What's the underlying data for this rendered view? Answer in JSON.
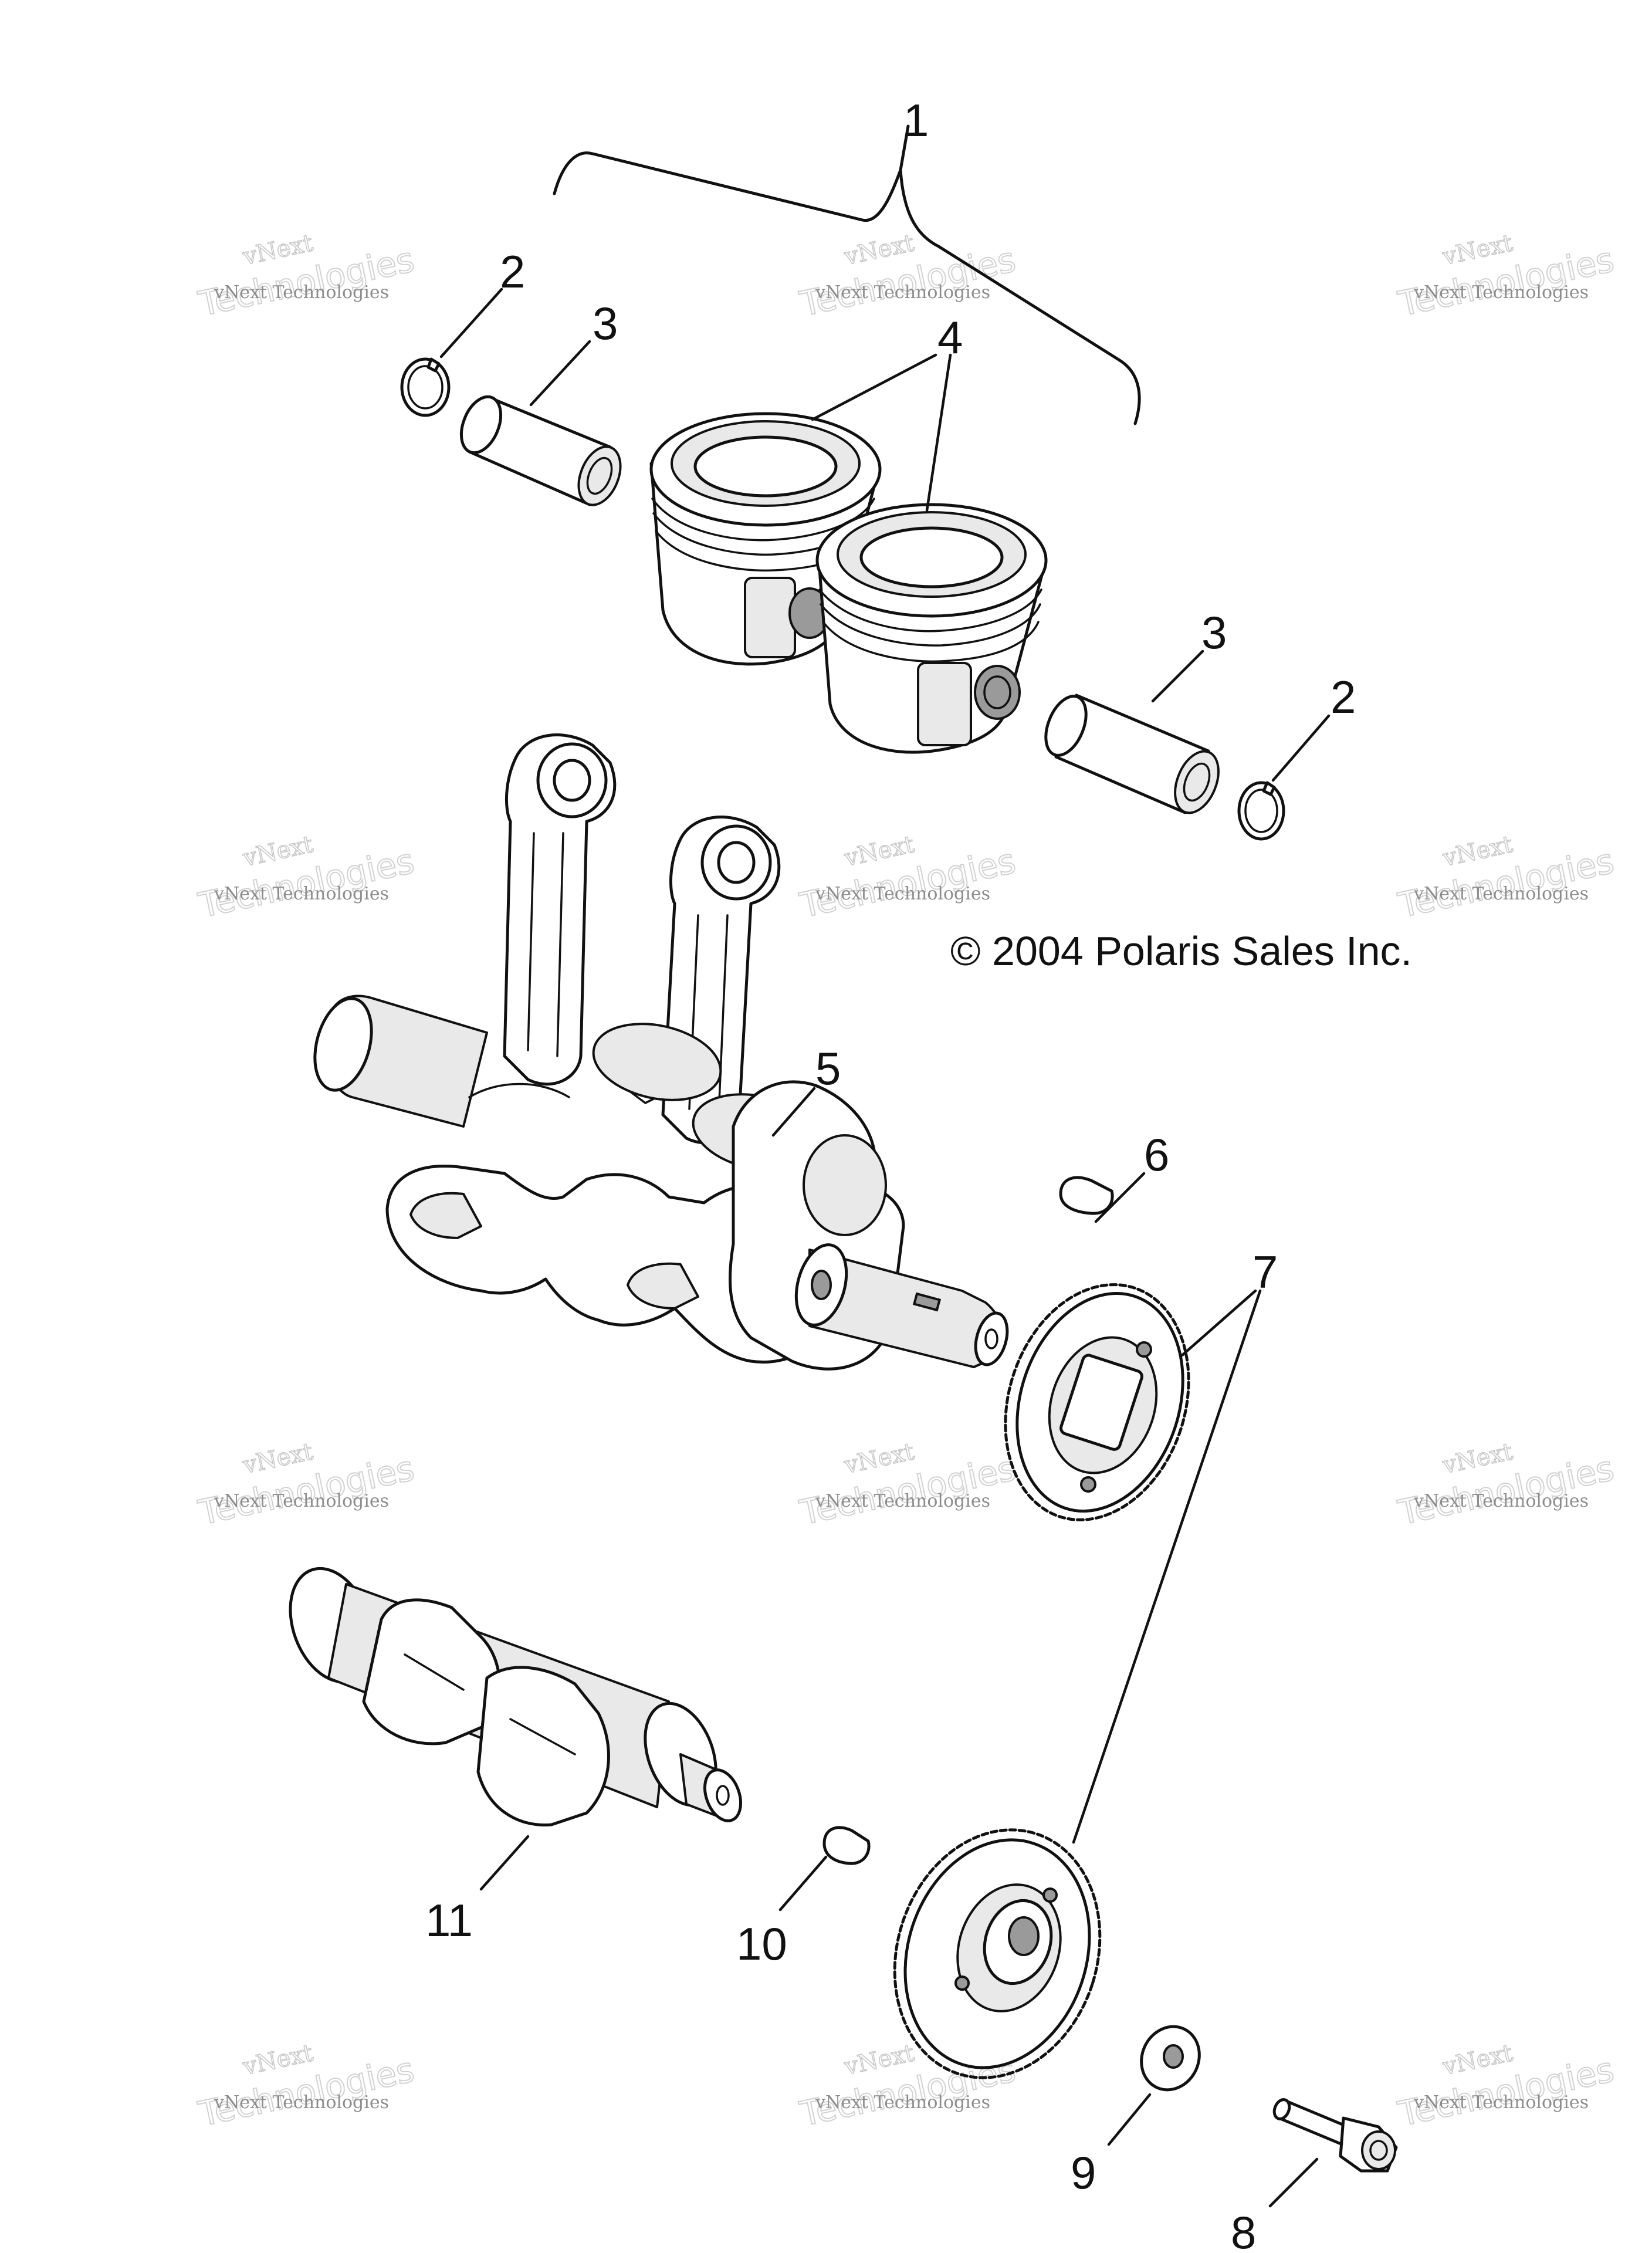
{
  "copyright": "© 2004 Polaris Sales Inc.",
  "watermark": {
    "line1": "vNext",
    "line2": "Technologies",
    "line3": "vNext Technologies"
  },
  "callouts": [
    {
      "id": "1",
      "label": "1"
    },
    {
      "id": "2a",
      "label": "2"
    },
    {
      "id": "3a",
      "label": "3"
    },
    {
      "id": "4",
      "label": "4"
    },
    {
      "id": "3b",
      "label": "3"
    },
    {
      "id": "2b",
      "label": "2"
    },
    {
      "id": "5",
      "label": "5"
    },
    {
      "id": "6",
      "label": "6"
    },
    {
      "id": "7",
      "label": "7"
    },
    {
      "id": "11",
      "label": "11"
    },
    {
      "id": "10",
      "label": "10"
    },
    {
      "id": "9",
      "label": "9"
    },
    {
      "id": "8",
      "label": "8"
    }
  ]
}
